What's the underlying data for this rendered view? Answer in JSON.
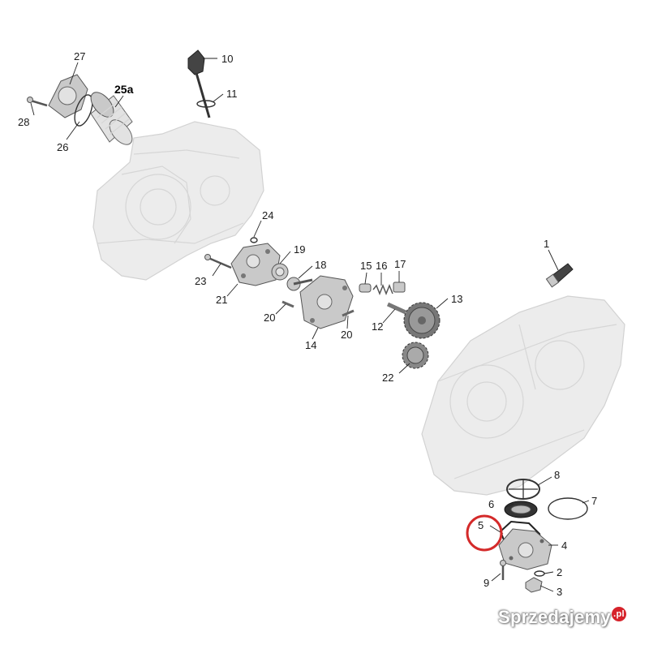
{
  "callouts": {
    "c1": "1",
    "c2": "2",
    "c3": "3",
    "c4": "4",
    "c5": "5",
    "c6": "6",
    "c7": "7",
    "c8": "8",
    "c9": "9",
    "c10": "10",
    "c11": "11",
    "c12": "12",
    "c13": "13",
    "c14": "14",
    "c15": "15",
    "c16": "16",
    "c17": "17",
    "c18": "18",
    "c19": "19",
    "c20a": "20",
    "c20b": "20",
    "c21": "21",
    "c22": "22",
    "c23": "23",
    "c24": "24",
    "c25a": "25a",
    "c26": "26",
    "c27": "27",
    "c28": "28"
  },
  "highlight": {
    "target": "5",
    "color": "#d42a2a"
  },
  "watermark": {
    "text": "Sprzedajemy",
    "suffix": ".pl"
  }
}
